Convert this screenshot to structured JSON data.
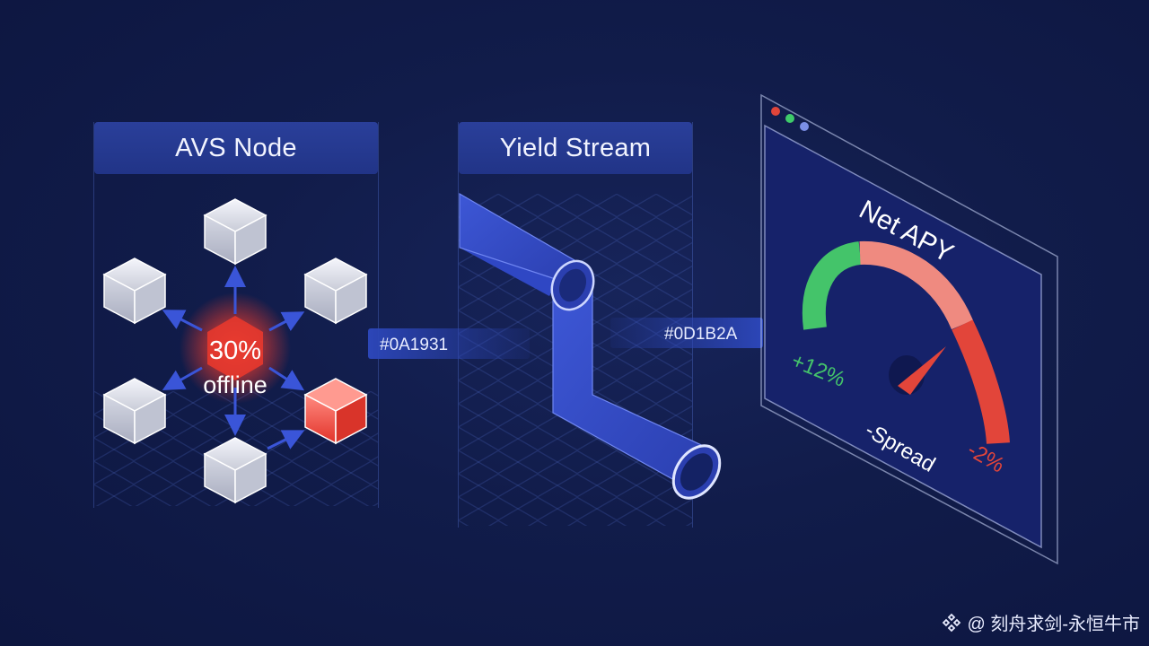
{
  "panels": {
    "avs": {
      "title": "AVS Node",
      "center_line1": "30%",
      "center_line2": "offline"
    },
    "yield": {
      "title": "Yield Stream"
    },
    "apy": {
      "title": "Net APY",
      "plus_label": "+12%",
      "spread_label": "-Spread",
      "minus_label": "-2%",
      "window_dots": [
        "#e0453a",
        "#3ecb6a",
        "#7b8fe6"
      ]
    }
  },
  "connectors": {
    "left_tag": "#0A1931",
    "right_tag": "#0D1B2A"
  },
  "colors": {
    "background": "#111c4a",
    "title_bar": "#2a3f9a",
    "accent_blue": "#3a55d8",
    "offline_red": "#e23a2e",
    "gauge_green": "#44c46a",
    "gauge_red": "#e2453a",
    "gauge_pink": "#ef8a80"
  },
  "watermark": {
    "text": "@ 刻舟求剑-永恒牛市",
    "icon": "binance-diamond-icon"
  }
}
